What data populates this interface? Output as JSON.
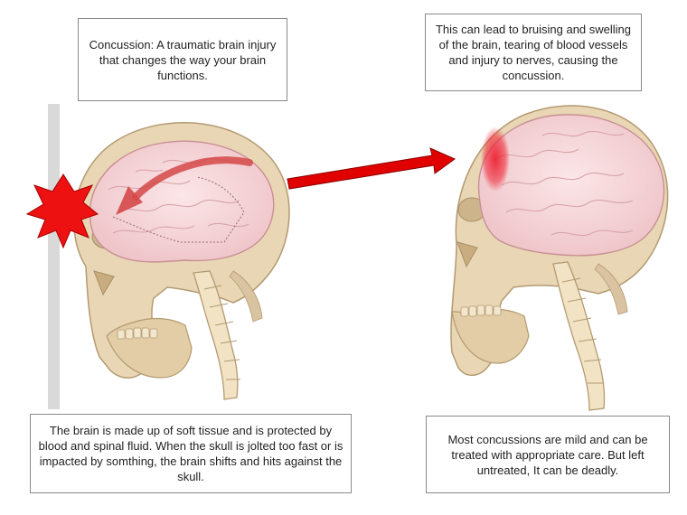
{
  "captions": {
    "definition": "Concussion: A traumatic brain injury that changes the way your brain functions.",
    "effects": "This can lead to bruising and swelling of the brain, tearing of blood vessels and injury to nerves, causing the concussion.",
    "mechanism": "The brain is made up of soft tissue and is protected by blood and spinal fluid. When the skull  is jolted too fast or is impacted by somthing, the brain shifts and hits against the skull.",
    "outcome": "Most concussions are mild and can be treated with appropriate care. But left untreated, It can be deadly."
  },
  "colors": {
    "bone": "#e8d6b4",
    "bone_stroke": "#b49a72",
    "brain": "#f6d7da",
    "brain_stroke": "#c98f95",
    "impact": "#ee1111",
    "arrow": "#e00000",
    "bruise": "#ee2233",
    "wall": "#d9d9d9"
  },
  "icons": {
    "impact": "starburst-icon",
    "transition": "right-arrow-icon",
    "brain_shift": "curved-arrow-icon"
  }
}
